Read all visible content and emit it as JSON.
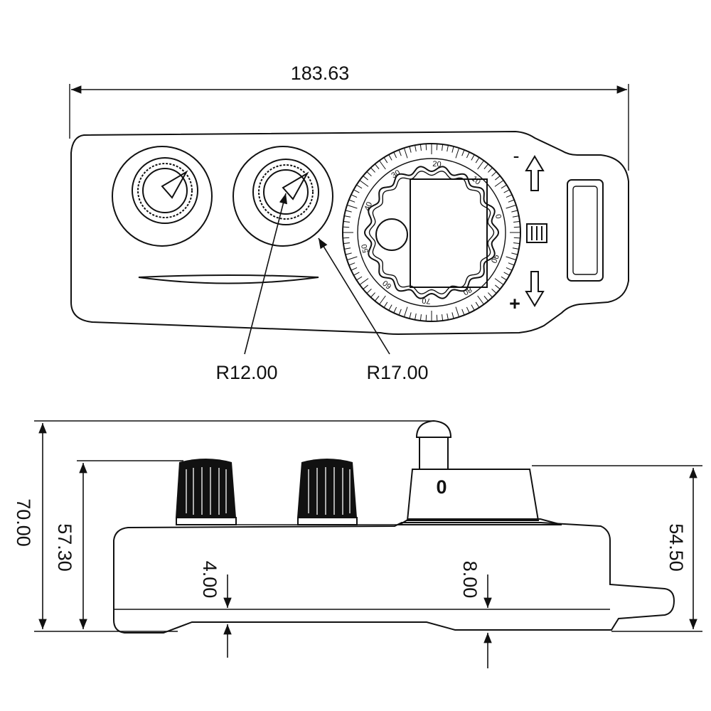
{
  "top_view": {
    "width_dim": "183.63",
    "radius_small": "R12.00",
    "radius_large": "R17.00",
    "dial_numbers": [
      "30",
      "20",
      "10",
      "0",
      "90",
      "80",
      "70",
      "60",
      "50",
      "40"
    ],
    "minus_sign": "-",
    "plus_sign": "+",
    "multiplier_label": "III"
  },
  "side_view": {
    "total_height": "70.00",
    "body_height": "57.30",
    "right_height": "54.50",
    "offset_a": "4.00",
    "offset_b": "8.00",
    "stem_mark": "0"
  }
}
